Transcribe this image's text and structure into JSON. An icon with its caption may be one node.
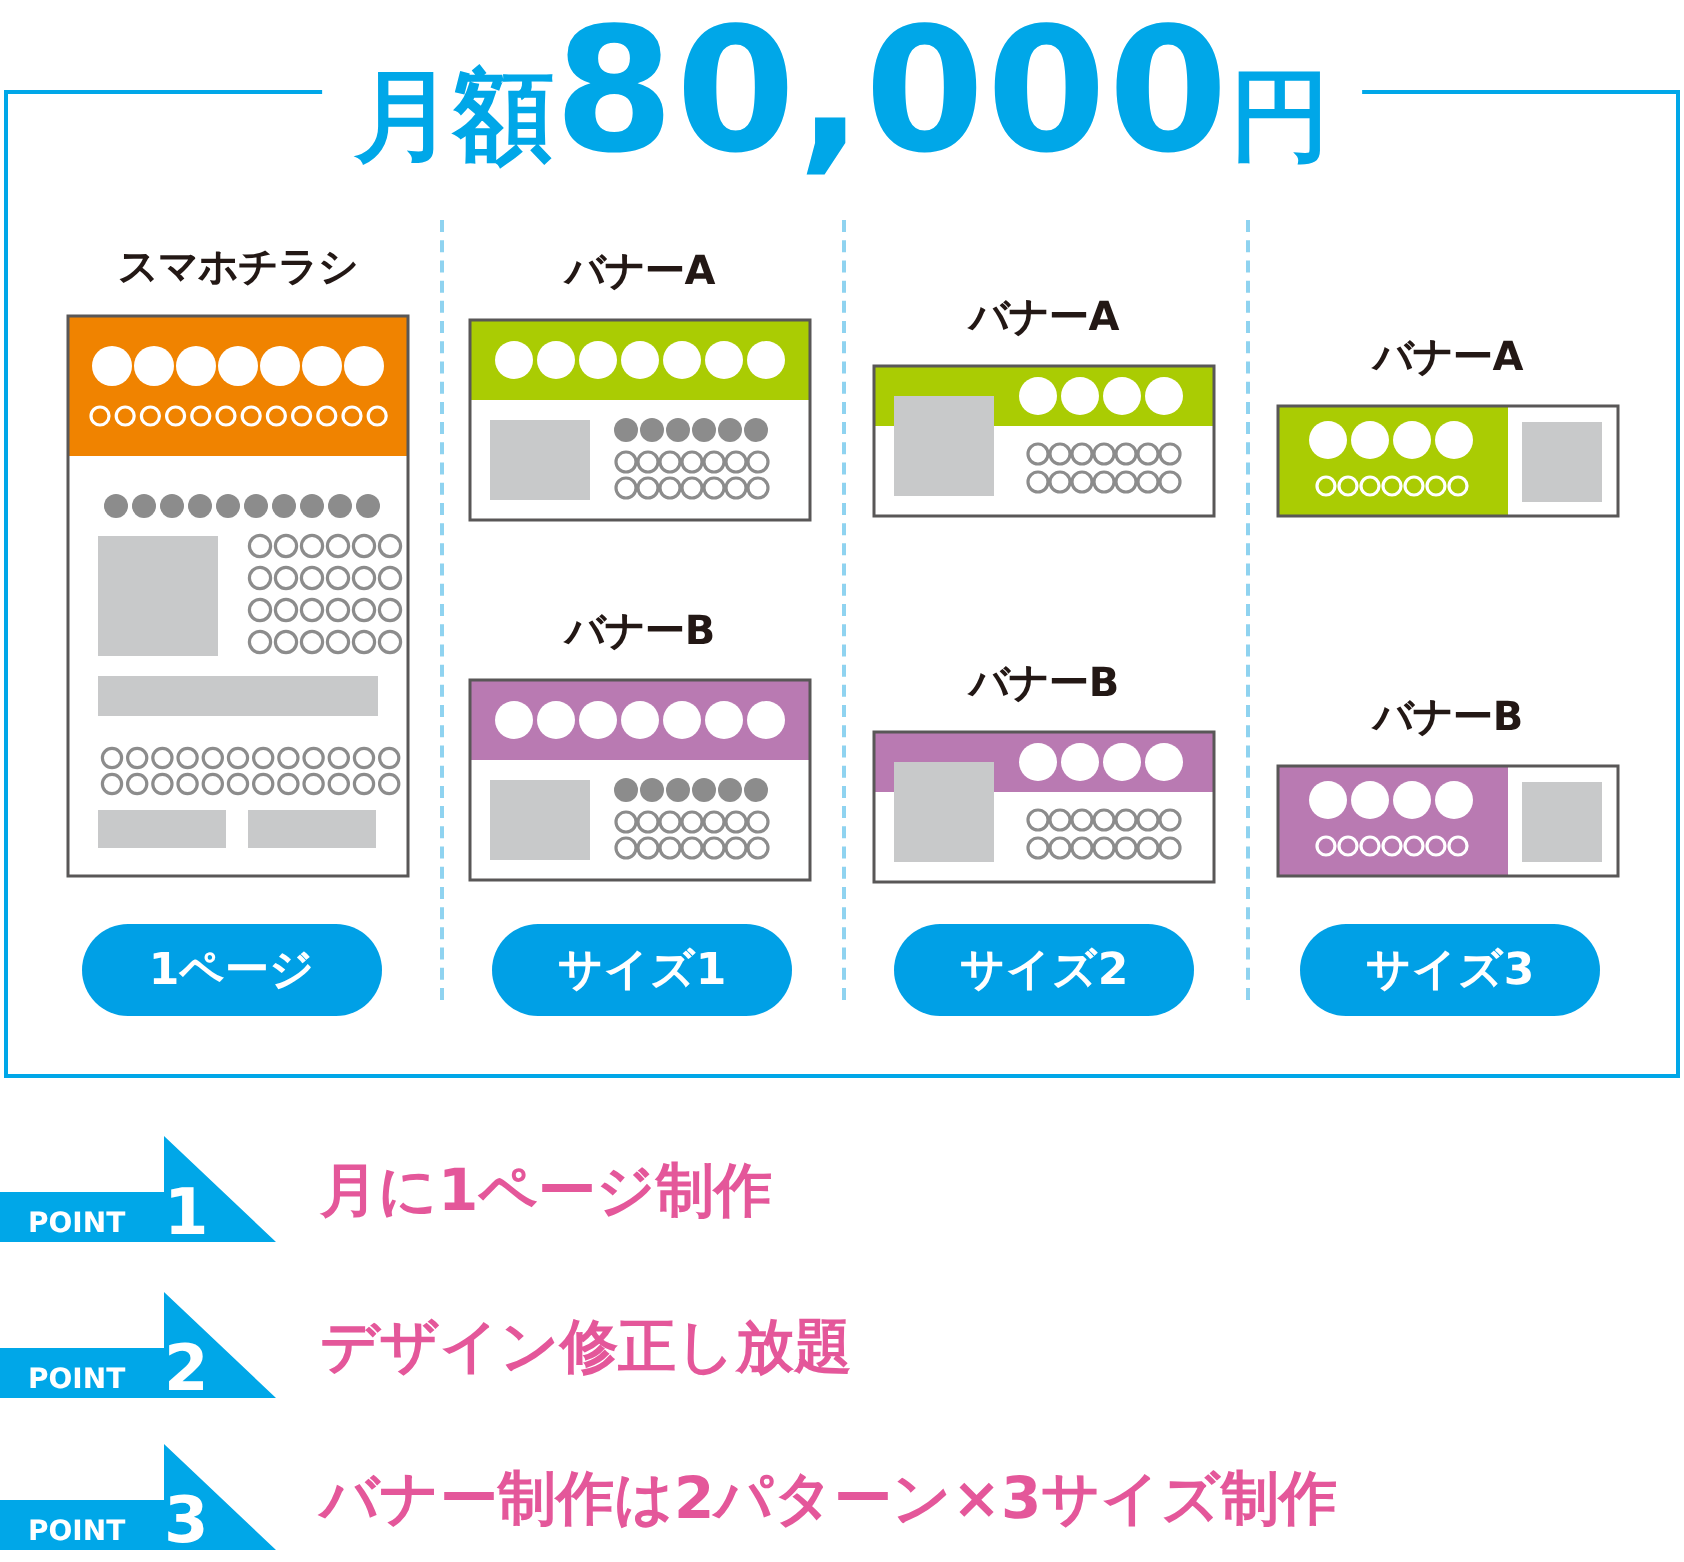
{
  "diagram": {
    "title": "月額80,000円",
    "nodes": [
      {
        "text": [
          "スマホチラシ"
        ]
      },
      {
        "text": [
          "バナーA"
        ]
      },
      {
        "text": [
          "バナーB"
        ]
      },
      {
        "text": [
          "バナーA"
        ]
      },
      {
        "text": [
          "バナーB"
        ]
      },
      {
        "text": [
          "バナーA"
        ]
      },
      {
        "text": [
          "バナーB"
        ]
      },
      {
        "text": [
          "1ページ"
        ]
      },
      {
        "text": [
          "サイズ1"
        ]
      },
      {
        "text": [
          "サイズ2"
        ]
      },
      {
        "text": [
          "サイズ3"
        ]
      },
      {
        "text": [
          "POINT",
          "1"
        ],
        "beside": [
          "月に1ページ制作"
        ]
      },
      {
        "text": [
          "POINT",
          "2"
        ],
        "beside": [
          "デザイン修正し放題"
        ]
      },
      {
        "text": [
          "POINT",
          "3"
        ],
        "beside": [
          "バナー制作は2パターン×3サイズ制作"
        ]
      }
    ]
  }
}
